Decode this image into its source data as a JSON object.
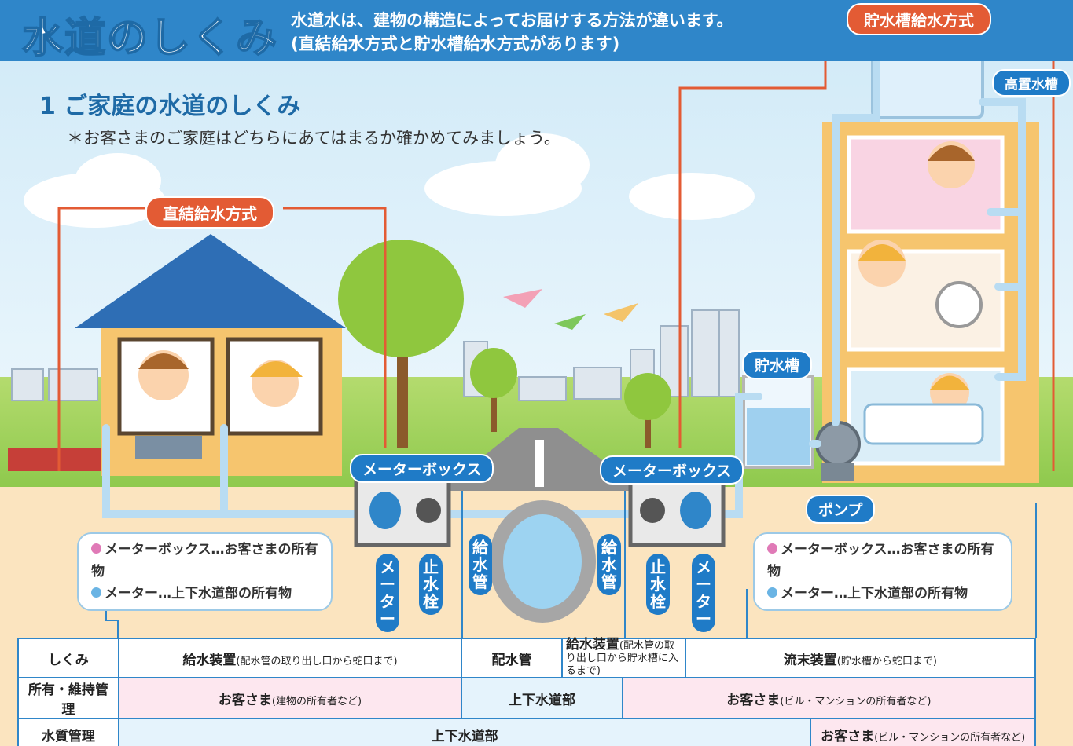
{
  "header": {
    "logo": "水道のしくみ",
    "intro_line1": "水道水は、建物の構造によってお届けする方法が違います。",
    "intro_line2": "(直結給水方式と貯水槽給水方式があります)"
  },
  "section": {
    "title": "1 ご家庭の水道のしくみ",
    "note": "＊お客さまのご家庭はどちらにあてはまるか確かめてみましょう。"
  },
  "labels": {
    "direct": "直結給水方式",
    "tank_system": "貯水槽給水方式",
    "elevated_tank": "高置水槽",
    "storage_tank": "貯水槽",
    "meter_box_left": "メーターボックス",
    "meter_box_right": "メーターボックス",
    "pump": "ポンプ",
    "meter": "メーター",
    "stop_valve": "止水栓",
    "supply_pipe": "給水管"
  },
  "callouts": {
    "left": {
      "line1": "メーターボックス…お客さまの所有物",
      "line2": "メーター…上下水道部の所有物"
    },
    "right": {
      "line1": "メーターボックス…お客さまの所有物",
      "line2": "メーター…上下水道部の所有物"
    }
  },
  "table": {
    "row1": {
      "head": "しくみ",
      "c1": "給水装置",
      "c1_note": "(配水管の取り出し口から蛇口まで)",
      "c2": "配水管",
      "c3": "給水装置",
      "c3_note": "(配水管の取り出し口から貯水槽に入るまで)",
      "c4": "流末装置",
      "c4_note": "(貯水槽から蛇口まで)"
    },
    "row2": {
      "head": "所有・維持管理",
      "c1": "お客さま",
      "c1_note": "(建物の所有者など)",
      "c2": "上下水道部",
      "c3": "お客さま",
      "c3_note": "(ビル・マンションの所有者など)"
    },
    "row3": {
      "head": "水質管理",
      "c1": "上下水道部",
      "c2": "お客さま",
      "c2_note": "(ビル・マンションの所有者など)"
    }
  },
  "colors": {
    "header": "#2f86c9",
    "accent": "#e35b34",
    "pipe": "#b9dcf2",
    "pink": "#fde7ef",
    "blue": "#e5f3fc"
  }
}
